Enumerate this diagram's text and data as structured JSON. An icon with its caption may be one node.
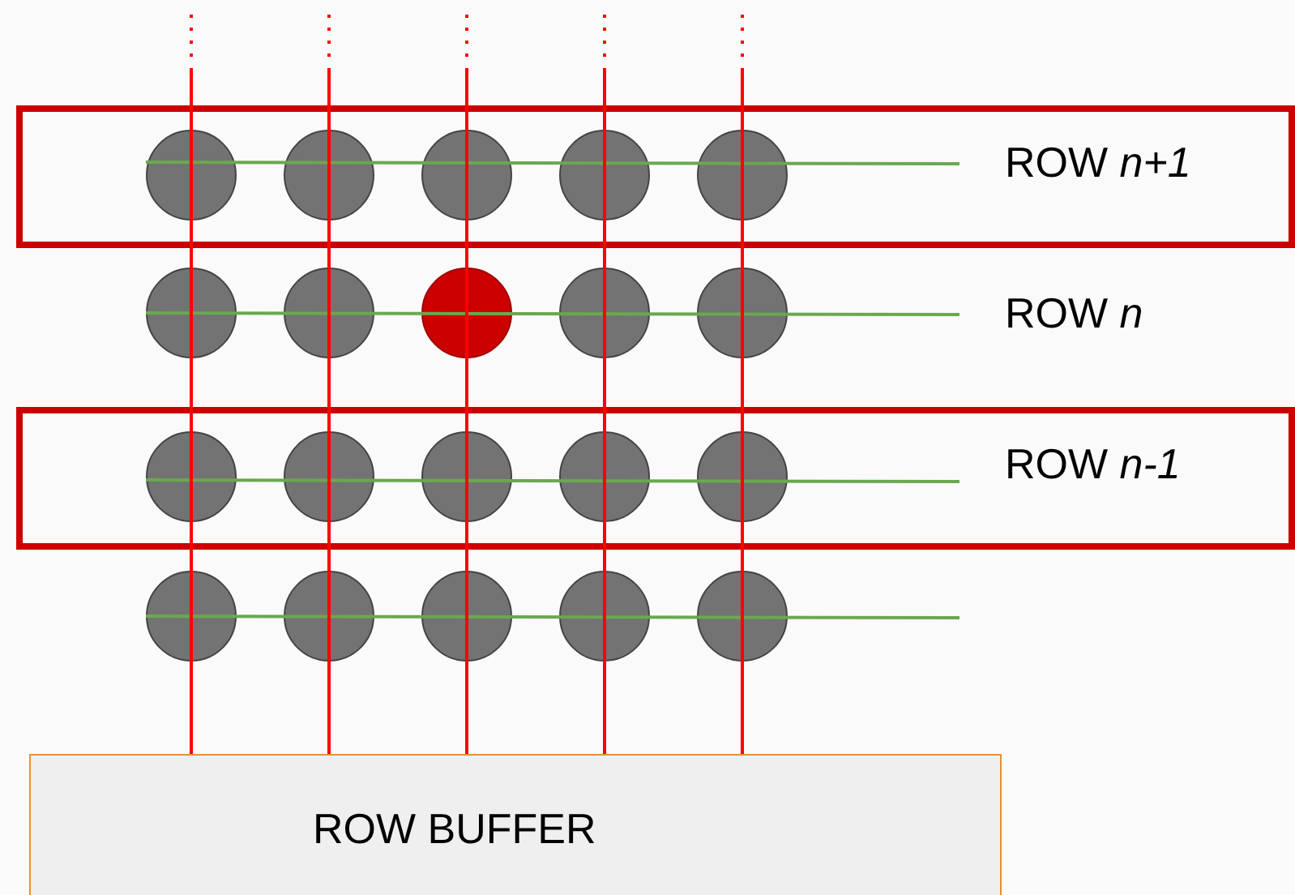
{
  "diagram": {
    "nodes": [
      {
        "text": [
          "ROW *n+1*"
        ]
      },
      {
        "text": [],
        "shape": "circle",
        "in": 0
      },
      {
        "text": [],
        "shape": "circle",
        "in": 0
      },
      {
        "text": [],
        "shape": "circle",
        "in": 0
      },
      {
        "text": [],
        "shape": "circle",
        "in": 0
      },
      {
        "text": [],
        "shape": "circle",
        "in": 0
      },
      {
        "text": [],
        "shape": "circle"
      },
      {
        "text": [],
        "shape": "circle"
      },
      {
        "text": [],
        "shape": "circle"
      },
      {
        "text": [],
        "shape": "circle"
      },
      {
        "text": [],
        "shape": "circle"
      },
      {
        "text": [
          "ROW *n-1*"
        ]
      },
      {
        "text": [],
        "shape": "circle",
        "in": 11
      },
      {
        "text": [],
        "shape": "circle",
        "in": 11
      },
      {
        "text": [],
        "shape": "circle",
        "in": 11
      },
      {
        "text": [],
        "shape": "circle",
        "in": 11
      },
      {
        "text": [],
        "shape": "circle",
        "in": 11
      },
      {
        "text": [],
        "shape": "circle"
      },
      {
        "text": [],
        "shape": "circle"
      },
      {
        "text": [],
        "shape": "circle"
      },
      {
        "text": [],
        "shape": "circle"
      },
      {
        "text": [],
        "shape": "circle"
      },
      {
        "text": [
          "ROW BUFFER"
        ]
      }
    ],
    "edges": [
      {
        "from": 17,
        "to": 22,
        "arrow": "none"
      },
      {
        "from": 18,
        "to": 22,
        "arrow": "none"
      },
      {
        "from": 19,
        "to": 22,
        "arrow": "none"
      },
      {
        "from": 20,
        "to": 22,
        "arrow": "none"
      },
      {
        "from": 21,
        "to": 22,
        "arrow": "none"
      }
    ],
    "labels": [
      "ROW *n*"
    ]
  }
}
